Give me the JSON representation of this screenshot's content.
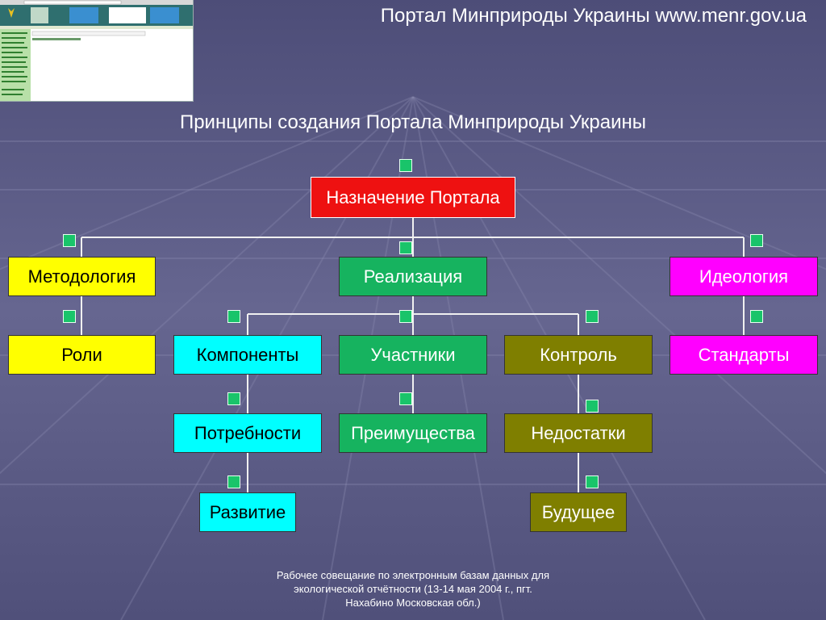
{
  "header": {
    "title": "Портал Минприроды Украины www.menr.gov.ua",
    "subtitle": "Принципы создания Портала Минприроды Украины"
  },
  "nodes": {
    "purpose": "Назначение Портала",
    "methodology": "Методология",
    "implementation": "Реализация",
    "ideology": "Идеология",
    "roles": "Роли",
    "components": "Компоненты",
    "participants": "Участники",
    "control": "Контроль",
    "standards": "Стандарты",
    "needs": "Потребности",
    "advantages": "Преимущества",
    "shortcomings": "Недостатки",
    "development": "Развитие",
    "future": "Будущее"
  },
  "colors": {
    "red": "#ee1111",
    "yellow": "#ffff00",
    "green": "#16b35f",
    "magenta": "#ff00ff",
    "cyan": "#00ffff",
    "olive": "#7f7f00",
    "bullet": "#19c46a"
  },
  "footer": {
    "text": "Рабочее совещание по электронным базам данных для экологической отчётности (13-14 мая 2004 г., пгт. Нахабино Московская обл.)"
  }
}
